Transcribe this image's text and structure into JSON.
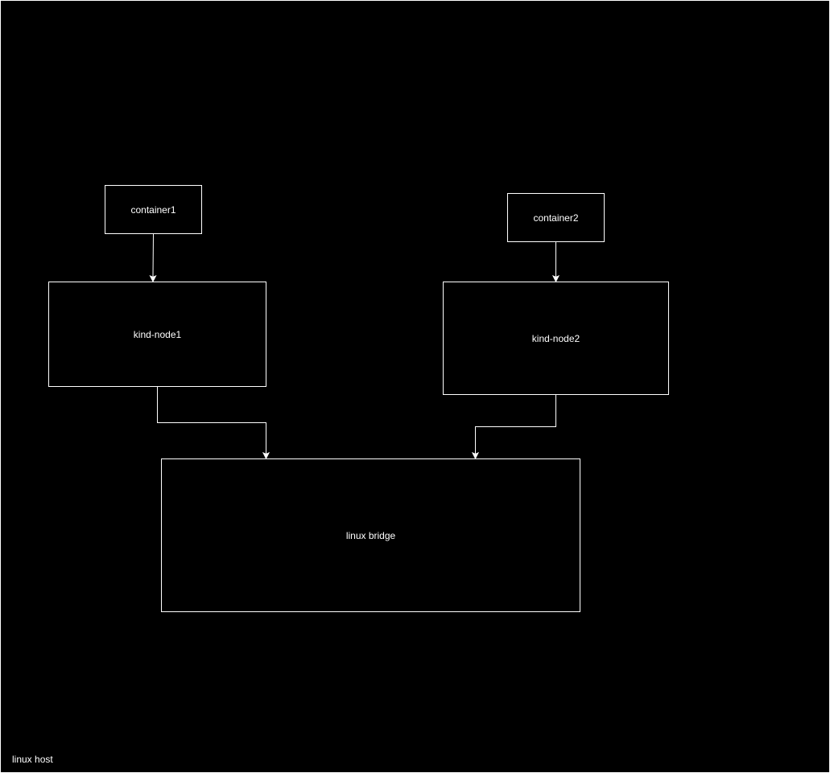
{
  "diagram": {
    "host": {
      "label": "linux host"
    },
    "nodes": {
      "container1": "container1",
      "container2": "container2",
      "kind_node1": "kind-node1",
      "kind_node2": "kind-node2",
      "linux_bridge": "linux bridge"
    },
    "edges": [
      {
        "from": "container1",
        "to": "kind-node1"
      },
      {
        "from": "container2",
        "to": "kind-node2"
      },
      {
        "from": "kind-node1",
        "to": "linux bridge"
      },
      {
        "from": "kind-node2",
        "to": "linux bridge"
      }
    ],
    "colors": {
      "background": "#000000",
      "stroke": "#ffffff",
      "text": "#ffffff"
    }
  }
}
